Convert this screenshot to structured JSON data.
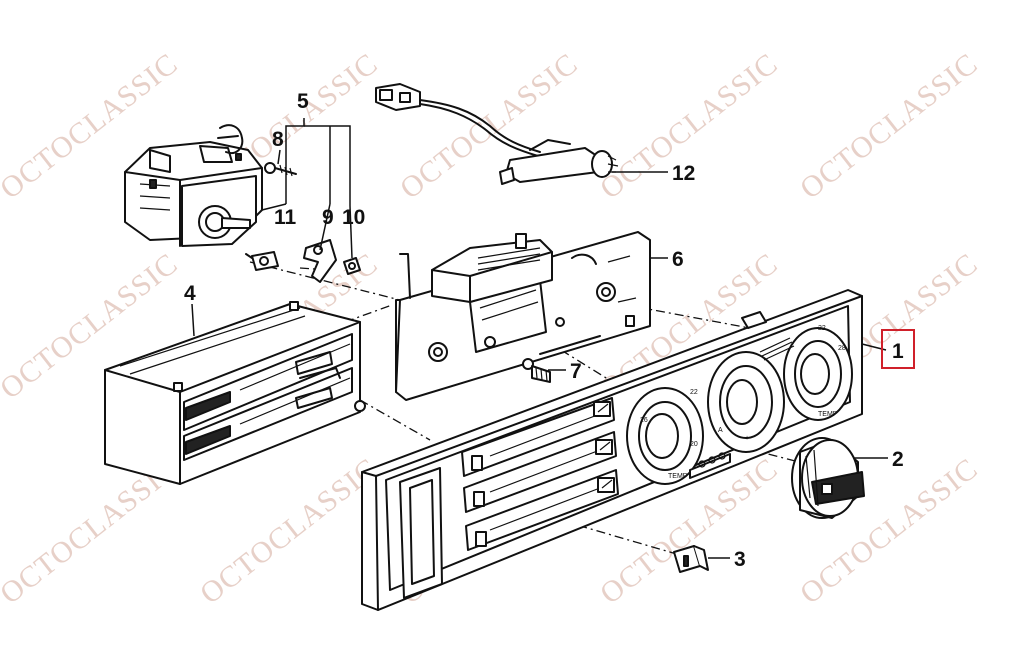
{
  "watermark": {
    "text": "OCTOCLASSIC"
  },
  "callouts": {
    "c1": "1",
    "c2": "2",
    "c3": "3",
    "c4": "4",
    "c5": "5",
    "c6": "6",
    "c7": "7",
    "c8": "8",
    "c9": "9",
    "c10": "10",
    "c11": "11",
    "c12": "12"
  },
  "highlight": {
    "color": "#d0202a",
    "callout": "1"
  },
  "panel_markings": {
    "dial_22_a": "22",
    "dial_22_b": "22",
    "dial_26": "26",
    "dial_28": "28",
    "dial_20": "20",
    "dial_temp_a": "TEMP",
    "dial_temp_b": "TEMP",
    "dial_a": "A",
    "dial_plus": "+"
  },
  "colors": {
    "line": "#111111",
    "watermark": "#e7d0c8",
    "background": "#ffffff"
  }
}
